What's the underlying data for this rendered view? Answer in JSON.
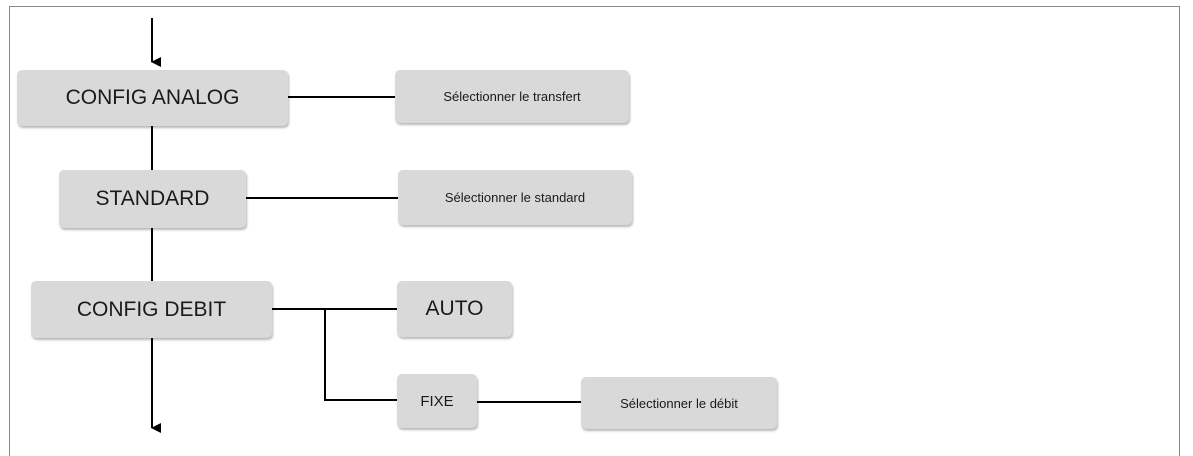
{
  "nodes": {
    "config_analog": "CONFIG ANALOG",
    "standard": "STANDARD",
    "config_debit": "CONFIG DEBIT",
    "auto": "AUTO",
    "fixe": "FIXE",
    "sel_transfert": "Sélectionner le transfert",
    "sel_standard": "Sélectionner le standard",
    "sel_debit": "Sélectionner le débit"
  },
  "colors": {
    "box_fill": "#d9d9d9",
    "line": "#000000",
    "frame": "#8a8a8a"
  }
}
